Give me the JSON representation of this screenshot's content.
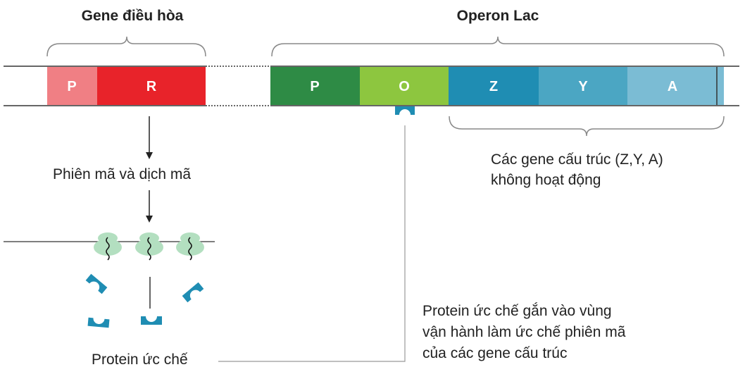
{
  "titles": {
    "regulator": "Gene điều hòa",
    "operon": "Operon Lac"
  },
  "segments": {
    "regulator_promoter": "P",
    "regulator_gene": "R",
    "promoter": "P",
    "operator": "O",
    "z": "Z",
    "y": "Y",
    "a": "A"
  },
  "labels": {
    "transcription": "Phiên mã và dịch mã",
    "structural_line1": "Các gene cấu trúc (Z,Y, A)",
    "structural_line2": "không hoạt động",
    "repressor": "Protein ức chế",
    "binding_line1": "Protein ức chế gắn vào vùng",
    "binding_line2": "vận hành làm ức chế phiên mã",
    "binding_line3": "của các gene cấu trúc"
  },
  "colors": {
    "regulator_promoter": "#F07F84",
    "regulator_gene": "#E8232A",
    "promoter": "#2E8B45",
    "operator": "#8DC63F",
    "z": "#1F8DB3",
    "y": "#4BA6C3",
    "a": "#7BBCD4",
    "ribosome": "#B3DFC0",
    "repressor": "#1F8DB3"
  }
}
